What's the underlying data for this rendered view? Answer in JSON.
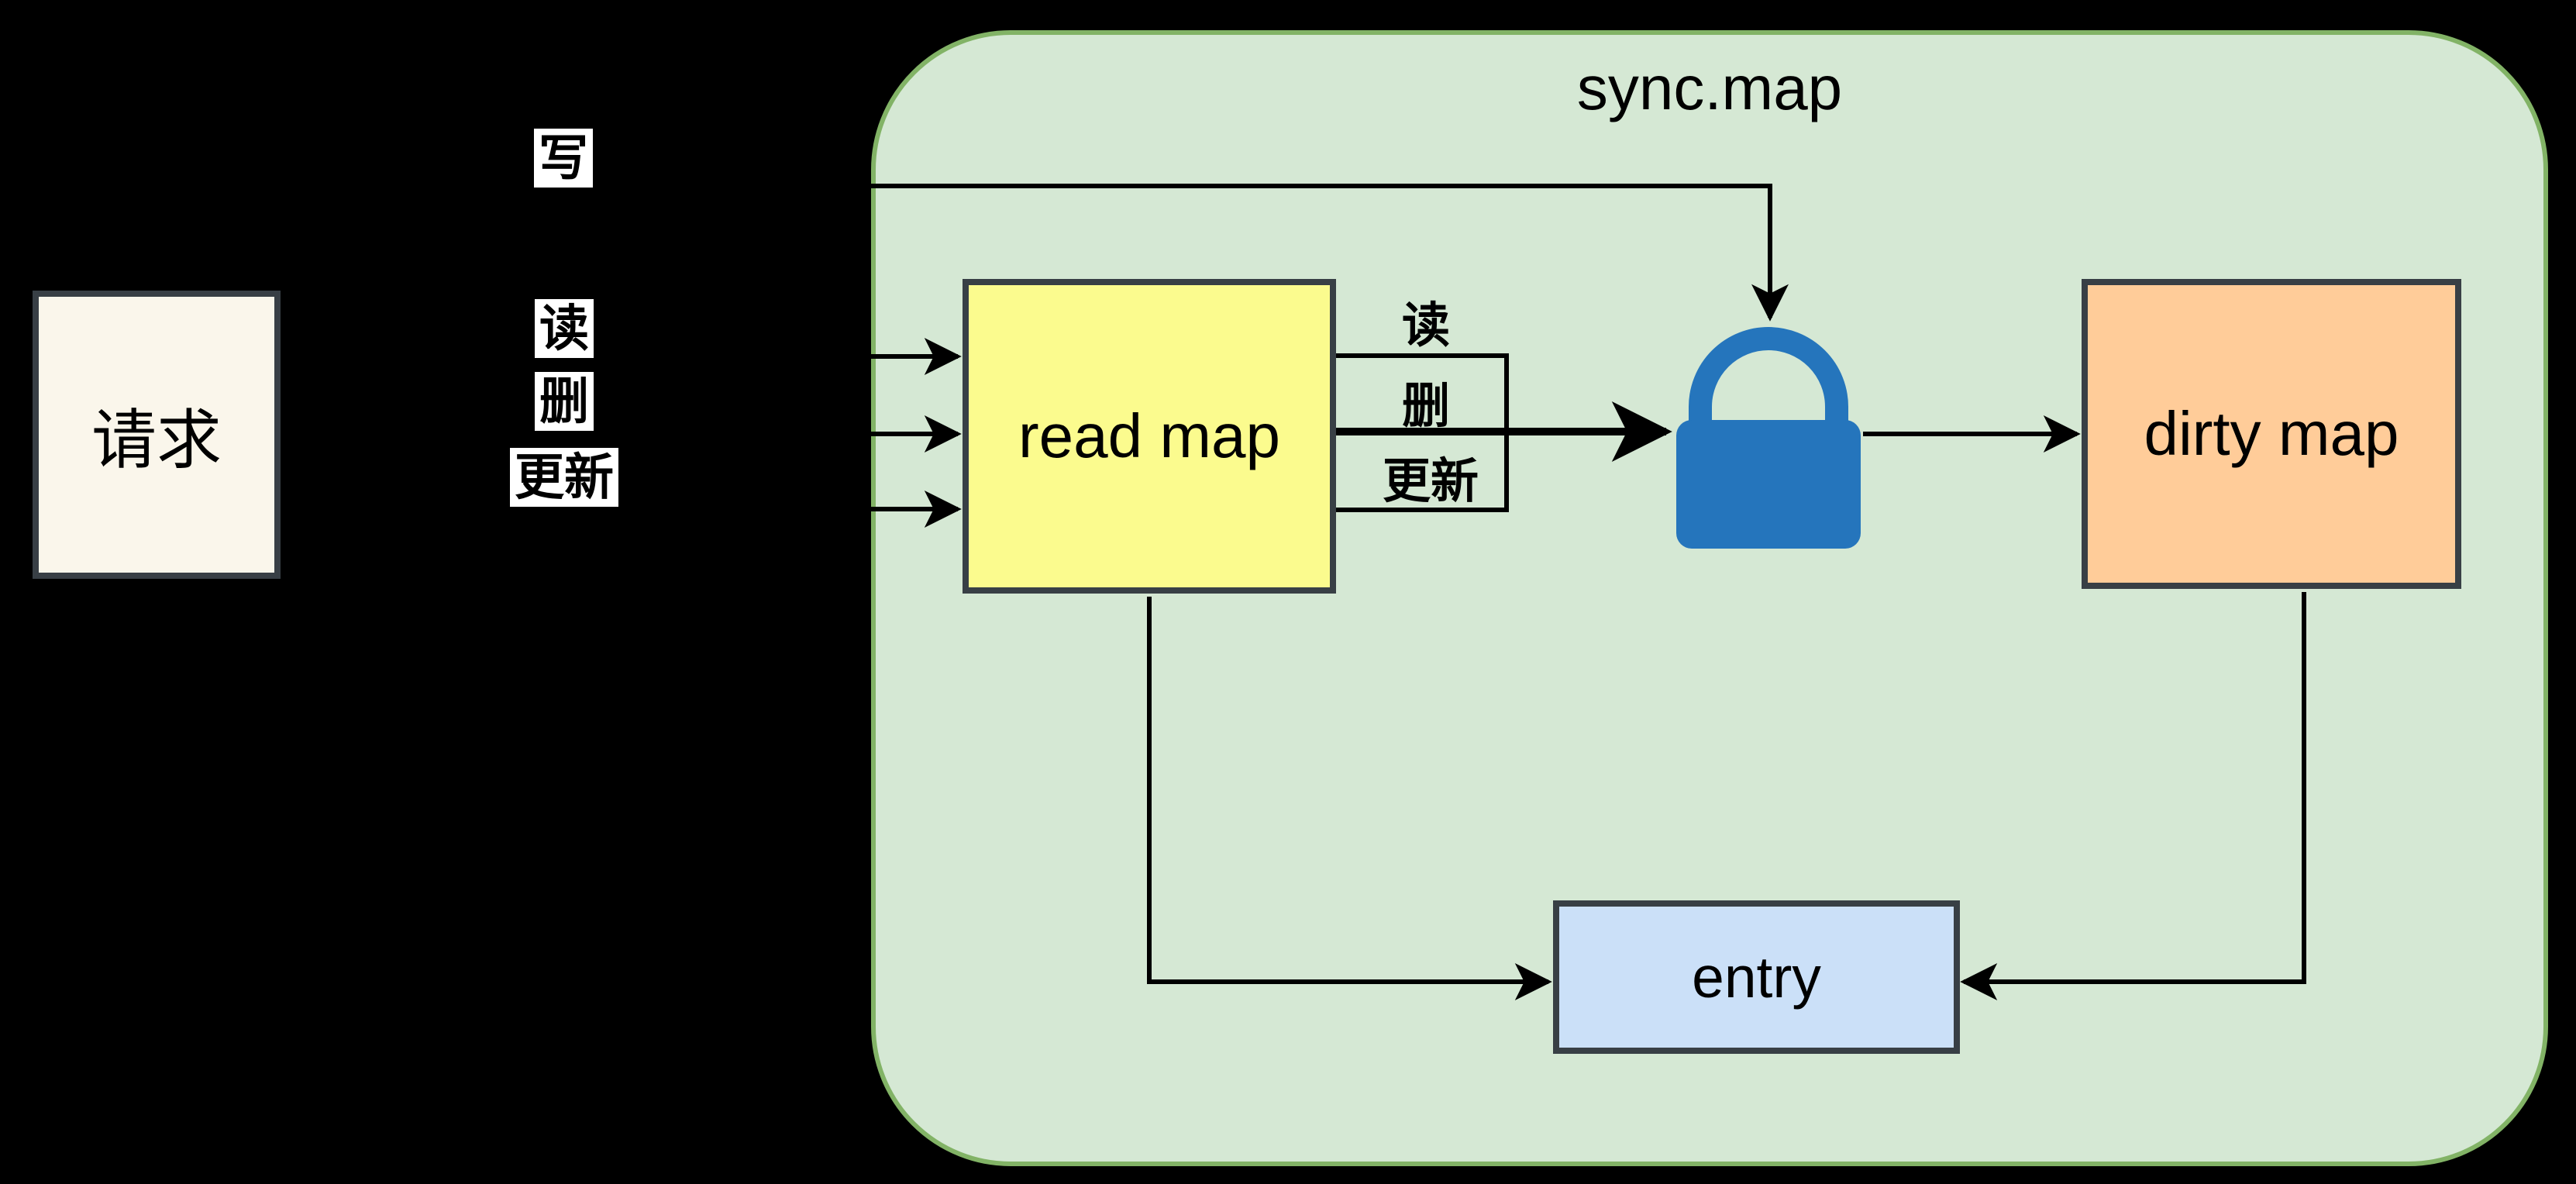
{
  "diagram": {
    "container": {
      "title": "sync.map",
      "fill": "#D5E8D4",
      "border": "#82B366"
    },
    "nodes": {
      "request": {
        "label": "请求",
        "fill": "#FAF6EB",
        "border": "#383F45"
      },
      "read_map": {
        "label": "read map",
        "fill": "#FBFB8E",
        "border": "#383F45"
      },
      "dirty_map": {
        "label": "dirty map",
        "fill": "#FFCC99",
        "border": "#383F45"
      },
      "entry": {
        "label": "entry",
        "fill": "#CBE0F8",
        "border": "#383F45"
      }
    },
    "edge_labels": {
      "write": "写",
      "read": "读",
      "delete": "删",
      "update": "更新"
    },
    "inner_edge_labels": {
      "read": "读",
      "delete": "删",
      "update": "更新"
    },
    "icons": {
      "lock": {
        "name": "lock-icon",
        "color": "#2575BC"
      }
    },
    "edge_color": "#000000",
    "background": "#000000"
  }
}
